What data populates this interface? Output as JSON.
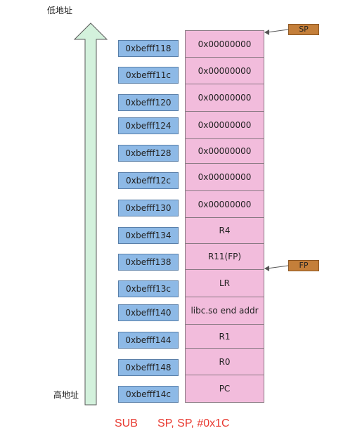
{
  "labels": {
    "low_address": "低地址",
    "high_address": "高地址"
  },
  "addresses": [
    "0xbefff118",
    "0xbefff11c",
    "0xbefff120",
    "0xbefff124",
    "0xbefff128",
    "0xbefff12c",
    "0xbefff130",
    "0xbefff134",
    "0xbefff138",
    "0xbefff13c",
    "0xbefff140",
    "0xbefff144",
    "0xbefff148",
    "0xbefff14c"
  ],
  "stack": [
    "0x00000000",
    "0x00000000",
    "0x00000000",
    "0x00000000",
    "0x00000000",
    "0x00000000",
    "0x00000000",
    "R4",
    "R11(FP)",
    "LR",
    "libc.so end addr",
    "R1",
    "R0",
    "PC"
  ],
  "pointers": {
    "sp": "SP",
    "fp": "FP"
  },
  "instruction": {
    "op": "SUB",
    "args": "SP, SP, #0x1C"
  }
}
